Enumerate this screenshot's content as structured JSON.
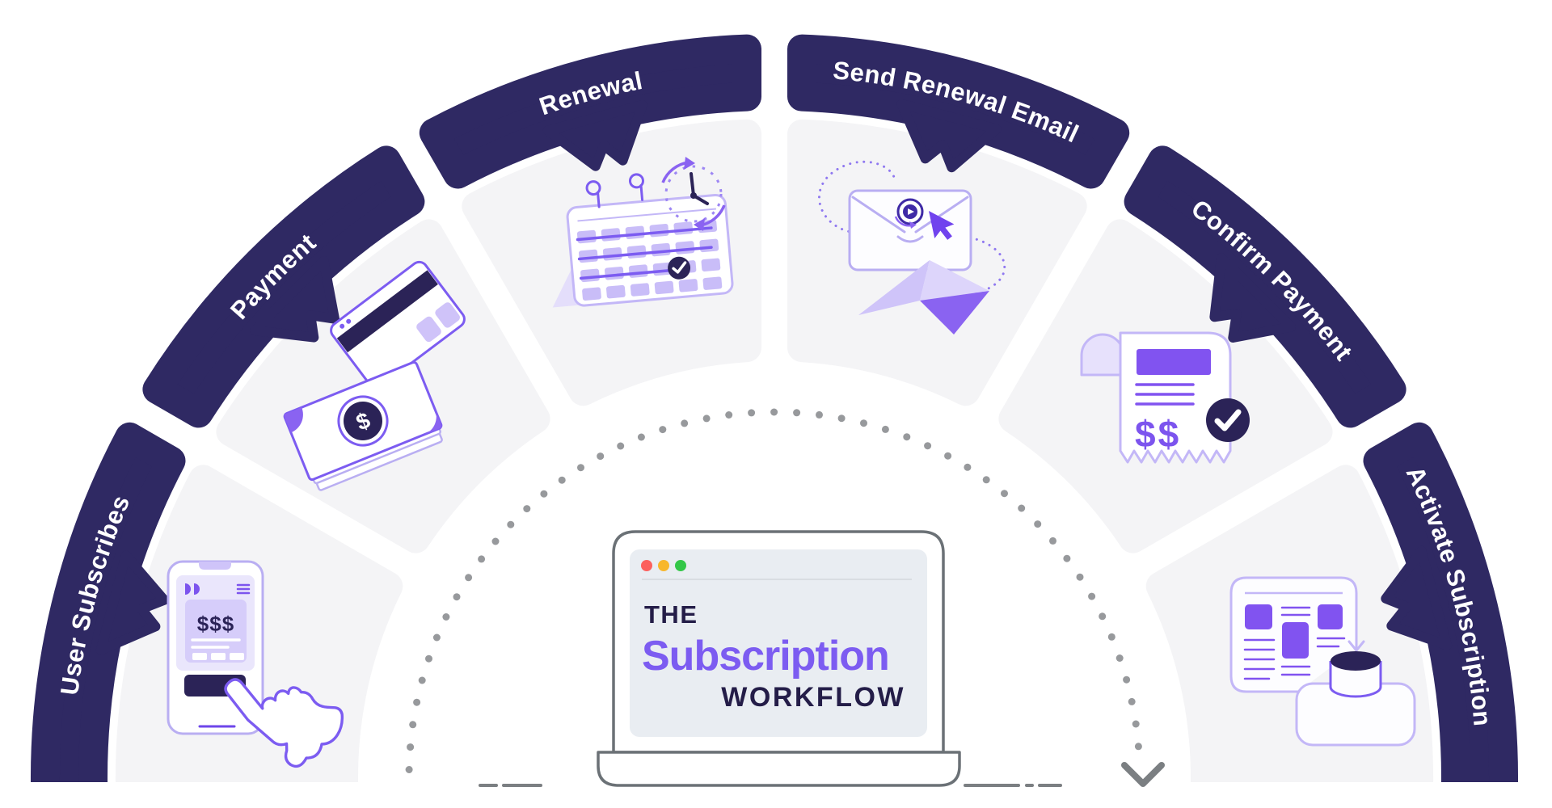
{
  "diagram": {
    "kind": "semicircular subscription workflow",
    "center_title": {
      "line1": "THE",
      "line2": "Subscription",
      "line3": "WORKFLOW"
    }
  },
  "segments": [
    {
      "label": "User Subscribes",
      "icon": "phone-subscribe-icon"
    },
    {
      "label": "Payment",
      "icon": "card-money-icon"
    },
    {
      "label": "Renewal",
      "icon": "calendar-clock-icon"
    },
    {
      "label": "Send Renewal Email",
      "icon": "email-paper-plane-icon"
    },
    {
      "label": "Confirm Payment",
      "icon": "receipt-check-icon"
    },
    {
      "label": "Activate Subscription",
      "icon": "activate-button-icon"
    }
  ],
  "icon_texts": {
    "phone_price": "$$$",
    "bill_symbol": "$",
    "receipt_amount": "$$"
  },
  "colors": {
    "band": "#2f2963",
    "wedge_bg": "#f4f4f6",
    "accent": "#7c5cf1",
    "deep_navy": "#2b2357",
    "title_navy": "#241d48",
    "title_purple": "#7c5cf1",
    "dot_gray": "#97999c",
    "arrow_gray": "#7b7f82",
    "screen_panel": "#e9edf2",
    "traffic_red": "#fc605d",
    "traffic_yellow": "#f8b72c",
    "traffic_green": "#33c748"
  }
}
